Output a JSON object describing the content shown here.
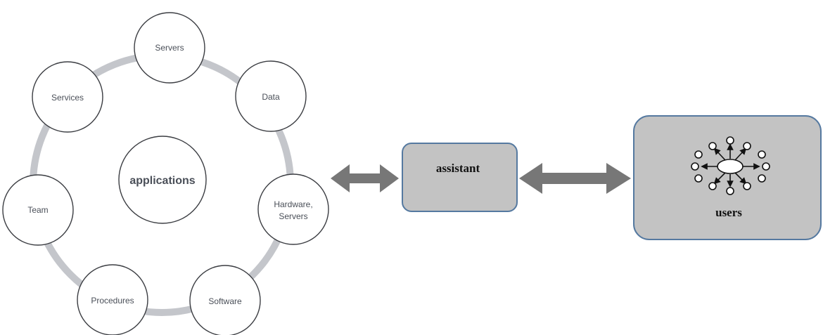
{
  "diagram": {
    "center": "applications",
    "nodes": {
      "servers": "Servers",
      "data": "Data",
      "hardware_line1": "Hardware,",
      "hardware_line2": "Servers",
      "software": "Software",
      "procedures": "Procedures",
      "team": "Team",
      "services": "Services"
    },
    "assistant": "assistant",
    "users": "users",
    "colors": {
      "ring": "#c4c6cb",
      "node_stroke": "#3b3d42",
      "box_fill": "#c3c3c3",
      "box_stroke": "#5579a0",
      "arrow": "#777777"
    },
    "icons": {
      "users_icon": "network-hub-icon"
    }
  }
}
